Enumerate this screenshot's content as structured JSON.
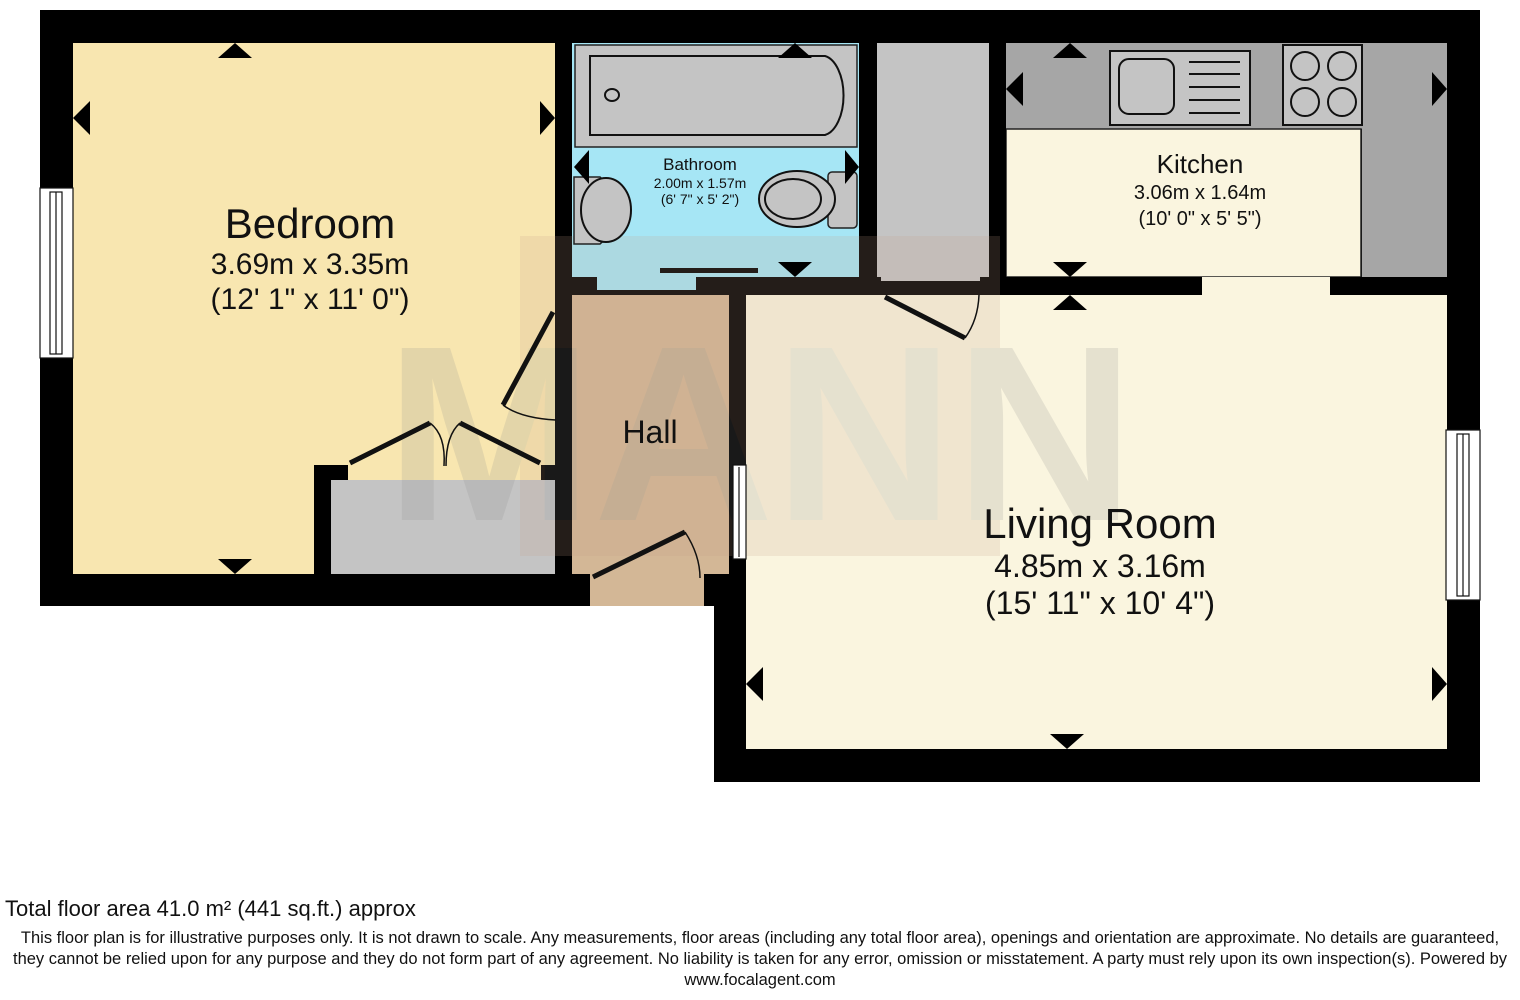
{
  "floorplan": {
    "rooms": [
      {
        "id": "bedroom",
        "name": "Bedroom",
        "metric": "3.69m x 3.35m",
        "imperial": "(12' 1\" x 11' 0\")",
        "fill": "#f8e6b0"
      },
      {
        "id": "bathroom",
        "name": "Bathroom",
        "metric": "2.00m x 1.57m",
        "imperial": "(6' 7\" x 5' 2\")",
        "fill": "#a6e6f5"
      },
      {
        "id": "kitchen",
        "name": "Kitchen",
        "metric": "3.06m x 1.64m",
        "imperial": "(10' 0\" x 5' 5\")",
        "fill": "#faf5df"
      },
      {
        "id": "hall",
        "name": "Hall",
        "fill": "#d3b796"
      },
      {
        "id": "living_room",
        "name": "Living Room",
        "metric": "4.85m x 3.16m",
        "imperial": "(15' 11\" x 10' 4\")",
        "fill": "#faf5df"
      }
    ],
    "fixtures": [
      "bath",
      "washbasin",
      "toilet",
      "sink-drainer",
      "hob",
      "kitchen-worktop",
      "wardrobe",
      "storage-cupboard"
    ],
    "watermark_text": "MANN",
    "colors": {
      "wall": "#000000",
      "storage": "#c4c4c4",
      "worktop": "#a6a6a6",
      "window": "#ffffff"
    }
  },
  "footer": {
    "total_area": "Total floor area 41.0 m² (441 sq.ft.) approx",
    "disclaimer": "This floor plan is for illustrative purposes only. It is not drawn to scale. Any measurements, floor areas (including any total floor area), openings and orientation are approximate. No details are guaranteed, they cannot be relied upon for any purpose and they do not form part of any agreement. No liability is taken for any error, omission or misstatement. A party must rely upon its own inspection(s). Powered by www.focalagent.com"
  }
}
